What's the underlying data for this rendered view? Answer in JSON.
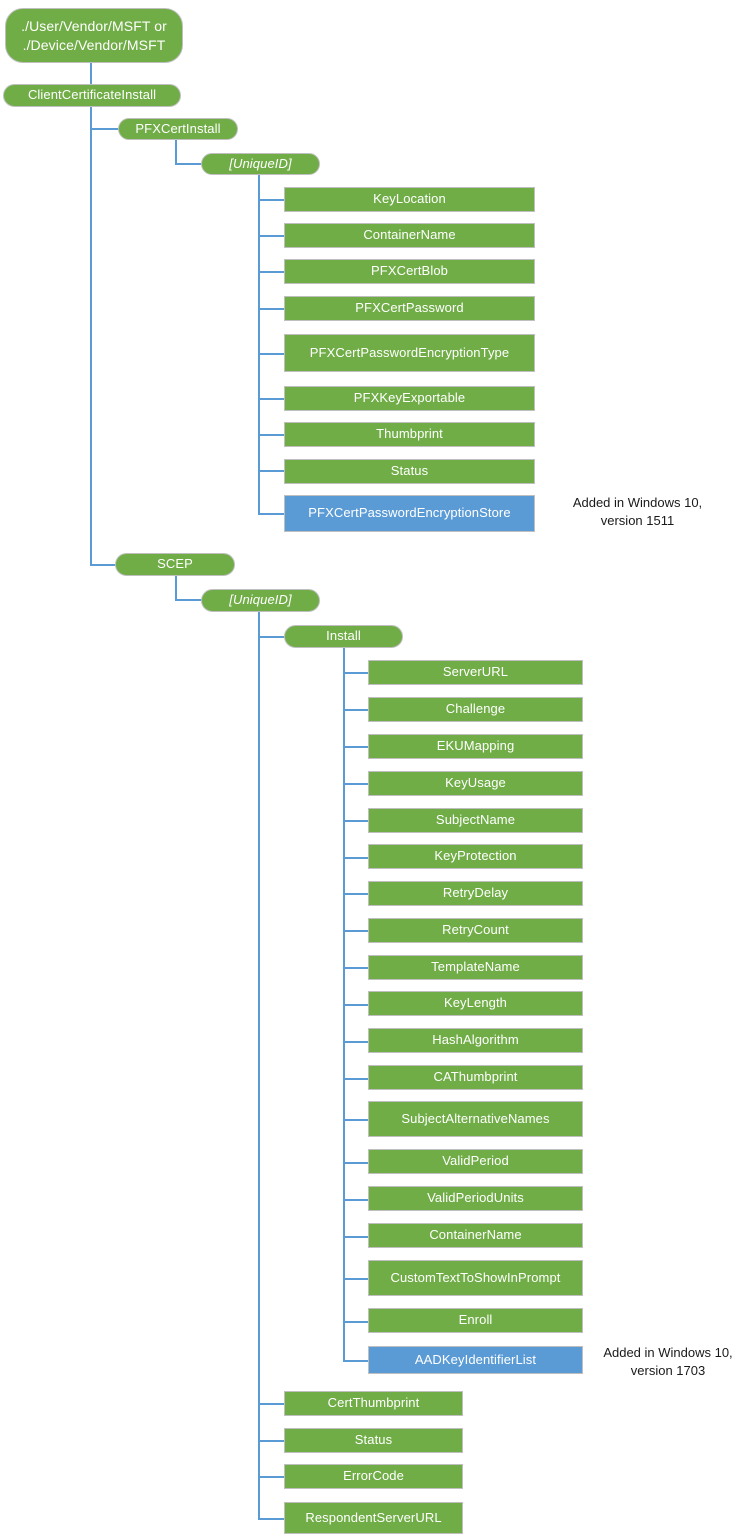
{
  "diagram": {
    "title_root": "./User/Vendor/MSFT or\n./Device/Vendor/MSFT",
    "colors": {
      "green": "#70AD47",
      "blue": "#5B9BD5",
      "connector": "#5B9BD5",
      "node_border": "#BFBFBF",
      "text": "#FFFFFF",
      "note_text": "#1A1A1A",
      "background": "#FFFFFF"
    },
    "nodes": {
      "root": "./User/Vendor/MSFT or\n./Device/Vendor/MSFT",
      "client_certificate_install": "ClientCertificateInstall",
      "pfx_cert_install": "PFXCertInstall",
      "pfx_unique_id": "[UniqueID]",
      "scep": "SCEP",
      "scep_unique_id": "[UniqueID]",
      "install": "Install"
    },
    "pfx_children": [
      {
        "label": "KeyLocation",
        "style": "green"
      },
      {
        "label": "ContainerName",
        "style": "green"
      },
      {
        "label": "PFXCertBlob",
        "style": "green"
      },
      {
        "label": "PFXCertPassword",
        "style": "green"
      },
      {
        "label": "PFXCertPasswordEncryptionType",
        "style": "green"
      },
      {
        "label": "PFXKeyExportable",
        "style": "green"
      },
      {
        "label": "Thumbprint",
        "style": "green"
      },
      {
        "label": "Status",
        "style": "green"
      },
      {
        "label": "PFXCertPasswordEncryptionStore",
        "style": "blue"
      }
    ],
    "install_children": [
      {
        "label": "ServerURL",
        "style": "green"
      },
      {
        "label": "Challenge",
        "style": "green"
      },
      {
        "label": "EKUMapping",
        "style": "green"
      },
      {
        "label": "KeyUsage",
        "style": "green"
      },
      {
        "label": "SubjectName",
        "style": "green"
      },
      {
        "label": "KeyProtection",
        "style": "green"
      },
      {
        "label": "RetryDelay",
        "style": "green"
      },
      {
        "label": "RetryCount",
        "style": "green"
      },
      {
        "label": "TemplateName",
        "style": "green"
      },
      {
        "label": "KeyLength",
        "style": "green"
      },
      {
        "label": "HashAlgorithm",
        "style": "green"
      },
      {
        "label": "CAThumbprint",
        "style": "green"
      },
      {
        "label": "SubjectAlternativeNames",
        "style": "green"
      },
      {
        "label": "ValidPeriod",
        "style": "green"
      },
      {
        "label": "ValidPeriodUnits",
        "style": "green"
      },
      {
        "label": "ContainerName",
        "style": "green"
      },
      {
        "label": "CustomTextToShowInPrompt",
        "style": "green"
      },
      {
        "label": "Enroll",
        "style": "green"
      },
      {
        "label": "AADKeyIdentifierList",
        "style": "blue"
      }
    ],
    "scep_uniqueid_children": [
      {
        "label": "CertThumbprint",
        "style": "green"
      },
      {
        "label": "Status",
        "style": "green"
      },
      {
        "label": "ErrorCode",
        "style": "green"
      },
      {
        "label": "RespondentServerURL",
        "style": "green"
      }
    ],
    "annotations": [
      {
        "text": "Added in Windows 10,\nversion 1511",
        "target": "PFXCertPasswordEncryptionStore"
      },
      {
        "text": "Added in Windows 10,\nversion 1703",
        "target": "AADKeyIdentifierList"
      }
    ]
  }
}
